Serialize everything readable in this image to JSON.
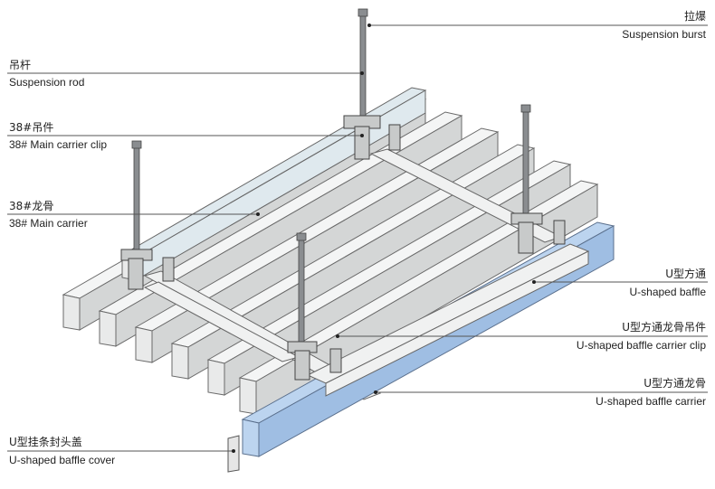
{
  "labels": {
    "suspension_burst": {
      "cn": "拉爆",
      "en": "Suspension burst"
    },
    "suspension_rod": {
      "cn": "吊杆",
      "en": "Suspension rod"
    },
    "main_carrier_clip": {
      "cn": "38#吊件",
      "en": "38# Main carrier clip"
    },
    "main_carrier": {
      "cn": "38#龙骨",
      "en": "38#  Main carrier"
    },
    "baffle": {
      "cn": "U型方通",
      "en": "U-shaped baffle"
    },
    "baffle_carrier_clip": {
      "cn": "U型方通龙骨吊件",
      "en": "U-shaped baffle carrier clip"
    },
    "baffle_carrier": {
      "cn": "U型方通龙骨",
      "en": "U-shaped baffle carrier"
    },
    "baffle_cover": {
      "cn": "U型挂条封头盖",
      "en": "U-shaped baffle cover"
    }
  },
  "colors": {
    "baffle_highlight": "#bcd4ef",
    "main_carrier_highlight": "#dfe9ee",
    "metal": "#e9eaea"
  },
  "icons": [
    "threaded-rod-icon",
    "clip-icon"
  ]
}
